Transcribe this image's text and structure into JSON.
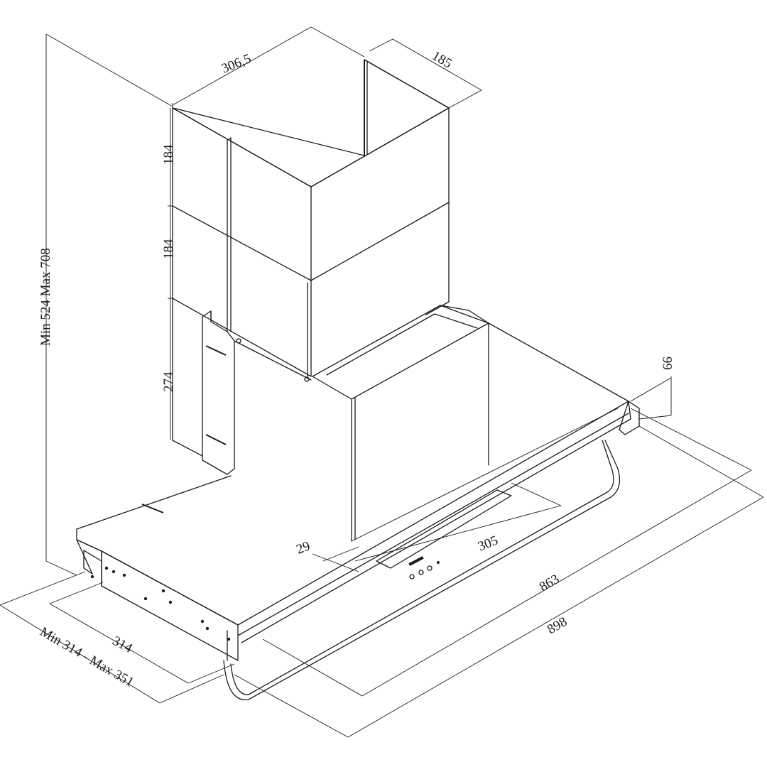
{
  "diagram": {
    "labels": {
      "chimney_width": "306,5",
      "chimney_depth": "185",
      "chimney_upper_height": "184",
      "chimney_middle_height": "184",
      "body_height": "274",
      "total_height": "Min 524 Max 708",
      "canopy_thickness": "66",
      "offset_29": "29",
      "panel_305": "305",
      "width_863": "863",
      "width_898": "898",
      "depth_314": "314",
      "depth_range": "Min 314 - Max 351"
    },
    "colors": {
      "line": "#1a1a1a",
      "background": "#ffffff"
    }
  }
}
